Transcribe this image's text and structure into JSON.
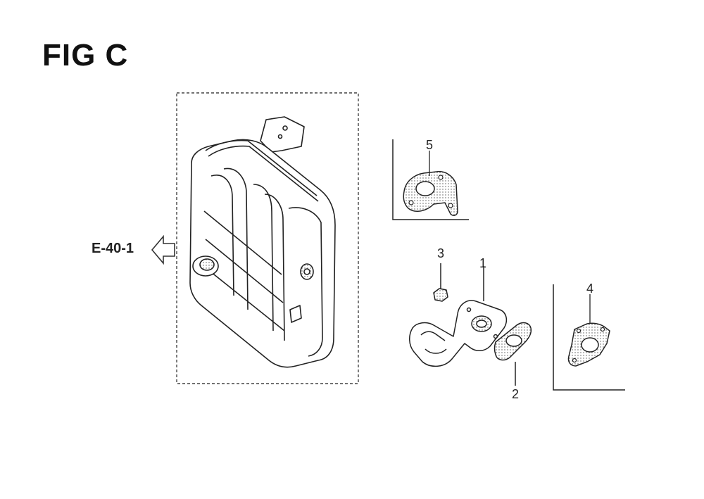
{
  "figure": {
    "title": "FIG C"
  },
  "reference": {
    "label": "E-40-1"
  },
  "callouts": [
    "1",
    "2",
    "3",
    "4",
    "5"
  ]
}
